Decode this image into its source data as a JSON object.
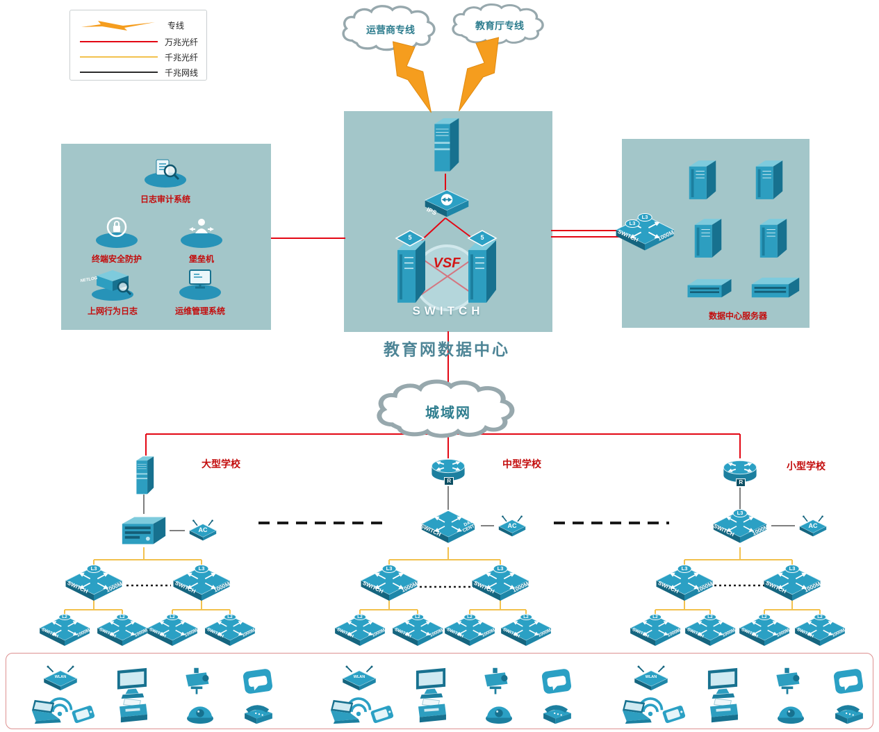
{
  "legend": {
    "items": [
      {
        "label": "专线"
      },
      {
        "label": "万兆光纤"
      },
      {
        "label": "千兆光纤"
      },
      {
        "label": "千兆网线"
      }
    ]
  },
  "clouds": {
    "carrier": "运营商专线",
    "education": "教育厅专线",
    "man": "城域网"
  },
  "data_center": {
    "title": "教育网数据中心",
    "vsf": "VSF",
    "switch_word": "SWITCH",
    "ips": "IPS",
    "server_badge": "5"
  },
  "security_panel": {
    "item1": "日志审计系统",
    "item2": "终端安全防护",
    "item3": "堡垒机",
    "item4": "上网行为日志",
    "item5": "运维管理系统",
    "netlog": "NETLOG"
  },
  "server_panel": {
    "label": "数据中心服务器"
  },
  "schools": {
    "large": {
      "name": "大型学校"
    },
    "medium": {
      "name": "中型学校",
      "dc_line1": "DATA",
      "dc_line2": "CENTER"
    },
    "small": {
      "name": "小型学校"
    }
  },
  "labels": {
    "switch": "SWITCH",
    "speed": "1000M",
    "l3": "L3",
    "l2": "L2",
    "ac": "AC",
    "r": "R",
    "wlan": "WLAN"
  }
}
